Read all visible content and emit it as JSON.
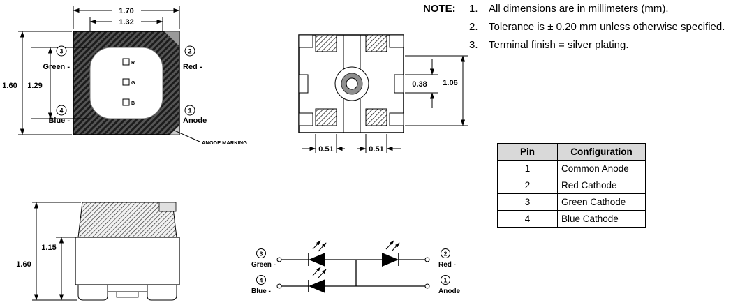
{
  "notes": {
    "heading": "NOTE:",
    "items": [
      {
        "num": "1.",
        "text": "All dimensions are in millimeters (mm)."
      },
      {
        "num": "2.",
        "text": "Tolerance is ± 0.20 mm unless otherwise specified."
      },
      {
        "num": "3.",
        "text": "Terminal finish = silver plating."
      }
    ]
  },
  "pin_table": {
    "headers": [
      "Pin",
      "Configuration"
    ],
    "rows": [
      {
        "pin": "1",
        "config": "Common Anode"
      },
      {
        "pin": "2",
        "config": "Red Cathode"
      },
      {
        "pin": "3",
        "config": "Green Cathode"
      },
      {
        "pin": "4",
        "config": "Blue Cathode"
      }
    ]
  },
  "top_view": {
    "dims": {
      "outer_width": "1.70",
      "lens_width": "1.32",
      "outer_height": "1.60",
      "lens_height": "1.29"
    },
    "pins": {
      "p3": {
        "num": "3",
        "label": "Green -"
      },
      "p2": {
        "num": "2",
        "label": "Red -"
      },
      "p4": {
        "num": "4",
        "label": "Blue -"
      },
      "p1": {
        "num": "1",
        "label": "Anode"
      }
    },
    "chips": [
      "R",
      "G",
      "B"
    ],
    "anode_marking_label": "ANODE MARKING"
  },
  "bottom_view": {
    "dims": {
      "slot_height": "0.38",
      "pad_span": "1.06",
      "pad_width_left": "0.51",
      "pad_width_right": "0.51"
    }
  },
  "side_view": {
    "dims": {
      "body_height": "1.15",
      "total_height": "1.60"
    }
  },
  "schematic": {
    "pins": {
      "p3": {
        "num": "3",
        "label": "Green -"
      },
      "p2": {
        "num": "2",
        "label": "Red -"
      },
      "p4": {
        "num": "4",
        "label": "Blue -"
      },
      "p1": {
        "num": "1",
        "label": "Anode"
      }
    }
  },
  "colors": {
    "line": "#000000",
    "table_header_bg": "#d9d9d9",
    "package_dark": "#4d4d4d"
  }
}
